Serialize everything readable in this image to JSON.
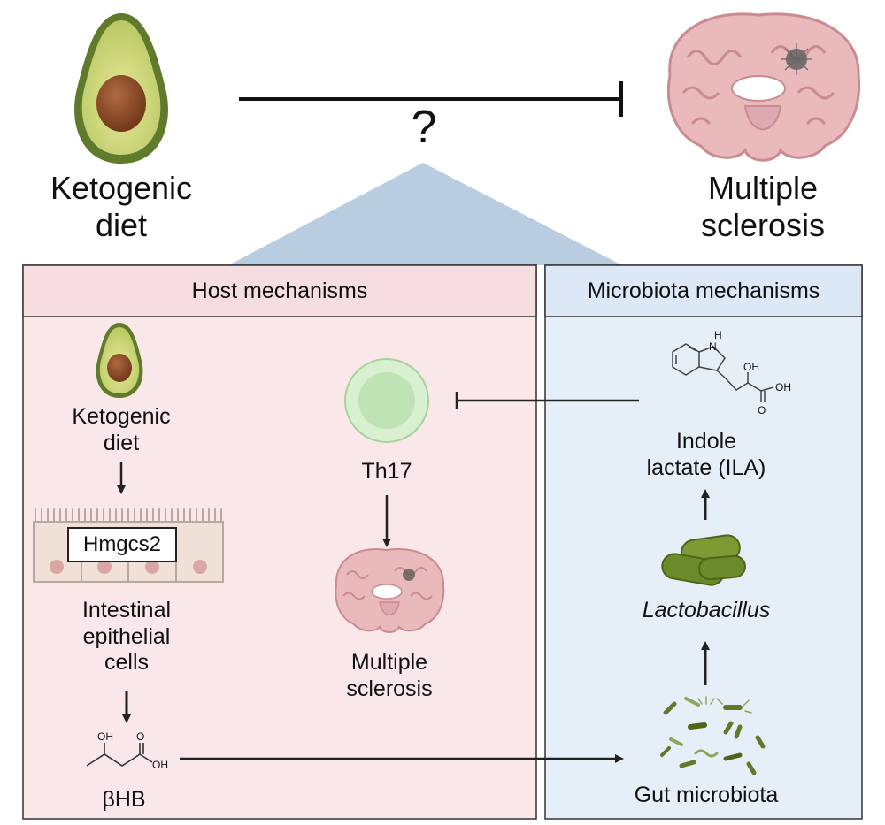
{
  "top": {
    "diet_label": "Ketogenic\ndiet",
    "question": "?",
    "disease_label": "Multiple\nsclerosis"
  },
  "host_panel": {
    "header": "Host mechanisms",
    "diet_label": "Ketogenic\ndiet",
    "gene_label": "Hmgcs2",
    "cells_label": "Intestinal\nepithelial\ncells",
    "metabolite_label": "βHB",
    "metabolite_atoms": {
      "oh": "OH",
      "o": "O",
      "oh2": "OH"
    },
    "th17_label": "Th17",
    "disease_label": "Multiple\nsclerosis"
  },
  "microbiota_panel": {
    "header": "Microbiota mechanisms",
    "ila_label": "Indole\nlactate (ILA)",
    "ila_atoms": {
      "h": "H",
      "n": "N",
      "oh": "OH",
      "o": "O",
      "oh2": "OH"
    },
    "bacteria_label": "Lactobacillus",
    "microbiota_label": "Gut microbiota"
  },
  "colors": {
    "host_bg": "#f7e4e6",
    "microbiota_bg": "#e3ecf7",
    "triangle": "#b9cde0",
    "avocado_skin": "#5e7a2a",
    "avocado_flesh": "#c8d57a",
    "avocado_pit": "#8a4a2a",
    "brain": "#e6b5b8",
    "th17": "#bfe3b4",
    "lactobacillus": "#6b8a2a"
  }
}
